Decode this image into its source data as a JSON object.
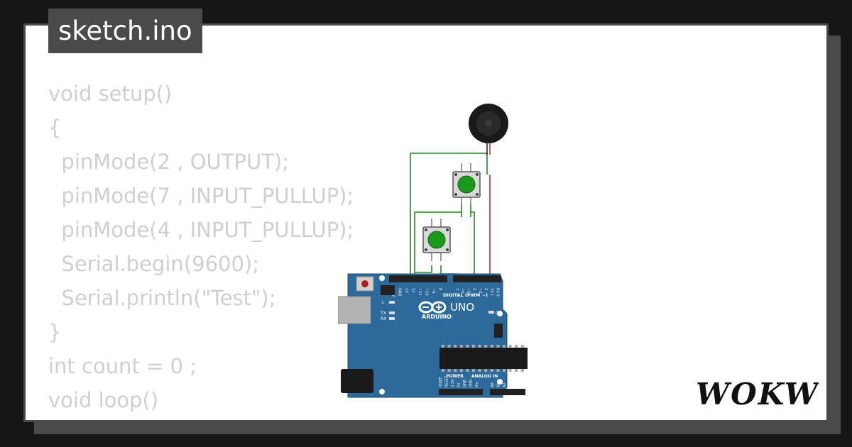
{
  "file_tab": {
    "label": "sketch.ino"
  },
  "code_lines": [
    "void setup()",
    "{",
    "  pinMode(2 , OUTPUT);",
    "  pinMode(7 , INPUT_PULLUP);",
    "  pinMode(4 , INPUT_PULLUP);",
    "  Serial.begin(9600);",
    "  Serial.println(\"Test\");",
    "}",
    "int count = 0 ;",
    "void loop()",
    "{"
  ],
  "board": {
    "brand": "ARDUINO",
    "model": "UNO",
    "digital_label": "DIGITAL (PWM ~)",
    "power_label": "POWER",
    "analog_label": "ANALOG IN",
    "on_label": "ON",
    "l_label": "L",
    "tx_label": "TX",
    "rx_label": "RX",
    "top_pins": [
      "AREF",
      "GND",
      "13",
      "12",
      "~11",
      "~10",
      "~9",
      "8",
      "7",
      "~6",
      "~5",
      "4",
      "~3",
      "2",
      "TX 1",
      "RX 0"
    ],
    "power_pins": [
      "IOREF",
      "RESET",
      "3.3V",
      "5V",
      "GND",
      "GND",
      "Vin"
    ],
    "analog_pins": [
      "A0",
      "A1",
      "A2",
      "A3",
      "A4",
      "A5"
    ]
  },
  "logo": {
    "text": "WOKWi"
  },
  "colors": {
    "background": "#161616",
    "card": "#ffffff",
    "tab": "#4a4a4a",
    "code_text": "#cfcfcf",
    "board": "#2b6a9a",
    "wire": "#1f8a1f",
    "button": "#1a9a1a"
  }
}
